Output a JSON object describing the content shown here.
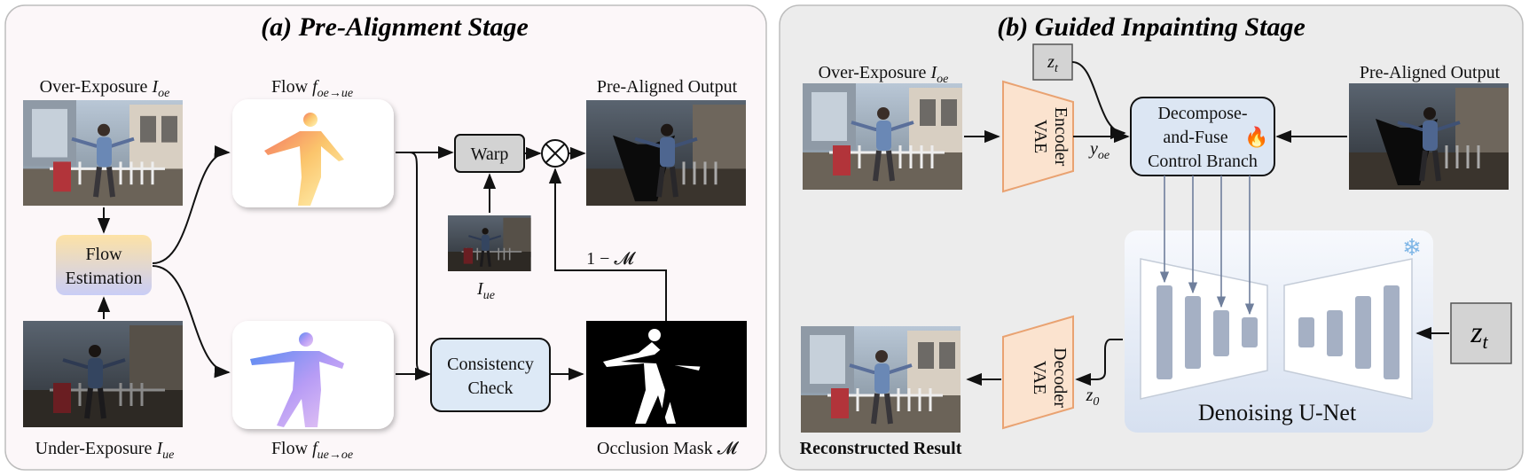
{
  "panel_a": {
    "title": "(a) Pre-Alignment Stage",
    "over_exposure_label": "Over-Exposure",
    "over_exposure_symbol": "I",
    "over_exposure_sub": "oe",
    "under_exposure_label": "Under-Exposure",
    "under_exposure_symbol": "I",
    "under_exposure_sub": "ue",
    "flow_estimation_line1": "Flow",
    "flow_estimation_line2": "Estimation",
    "flow_top_label": "Flow",
    "flow_top_symbol": "f",
    "flow_top_sub": "oe→ue",
    "flow_bottom_label": "Flow",
    "flow_bottom_symbol": "f",
    "flow_bottom_sub": "ue→oe",
    "warp_label": "Warp",
    "iue_symbol": "I",
    "iue_sub": "ue",
    "one_minus_m": "1 − 𝓜",
    "consistency_line1": "Consistency",
    "consistency_line2": "Check",
    "pre_aligned_label": "Pre-Aligned Output",
    "occlusion_label": "Occlusion Mask 𝓜"
  },
  "panel_b": {
    "title": "(b) Guided Inpainting Stage",
    "over_exposure_label": "Over-Exposure",
    "over_exposure_symbol": "I",
    "over_exposure_sub": "oe",
    "zt_small": "z",
    "zt_small_sub": "t",
    "vae_encoder_line1": "VAE",
    "vae_encoder_line2": "Encoder",
    "yoe_symbol": "y",
    "yoe_sub": "oe",
    "control_line1": "Decompose-",
    "control_line2": "and-Fuse",
    "control_line3": "Control Branch",
    "fire_icon": "🔥",
    "pre_aligned_label": "Pre-Aligned Output",
    "snowflake_icon": "❄",
    "unet_label": "Denoising U-Net",
    "zt_big": "z",
    "zt_big_sub": "t",
    "vae_decoder_line1": "VAE",
    "vae_decoder_line2": "Decoder",
    "z0_symbol": "z",
    "z0_sub": "0",
    "result_label": "Reconstructed Result"
  },
  "colors": {
    "panel_a_bg": "#fcf7f9",
    "panel_b_bg": "#ececec",
    "flow_est_top": "#fde2a6",
    "flow_est_bottom": "#cdd2f5",
    "warp_fill": "#d3d3d3",
    "consistency_fill": "#dde9f6",
    "control_fill": "#dce6f3",
    "vae_fill": "#fbe3cf",
    "vae_stroke": "#e9a271",
    "unet_bar": "#a5b0c4",
    "unet_bg": "#e3eaf5"
  }
}
